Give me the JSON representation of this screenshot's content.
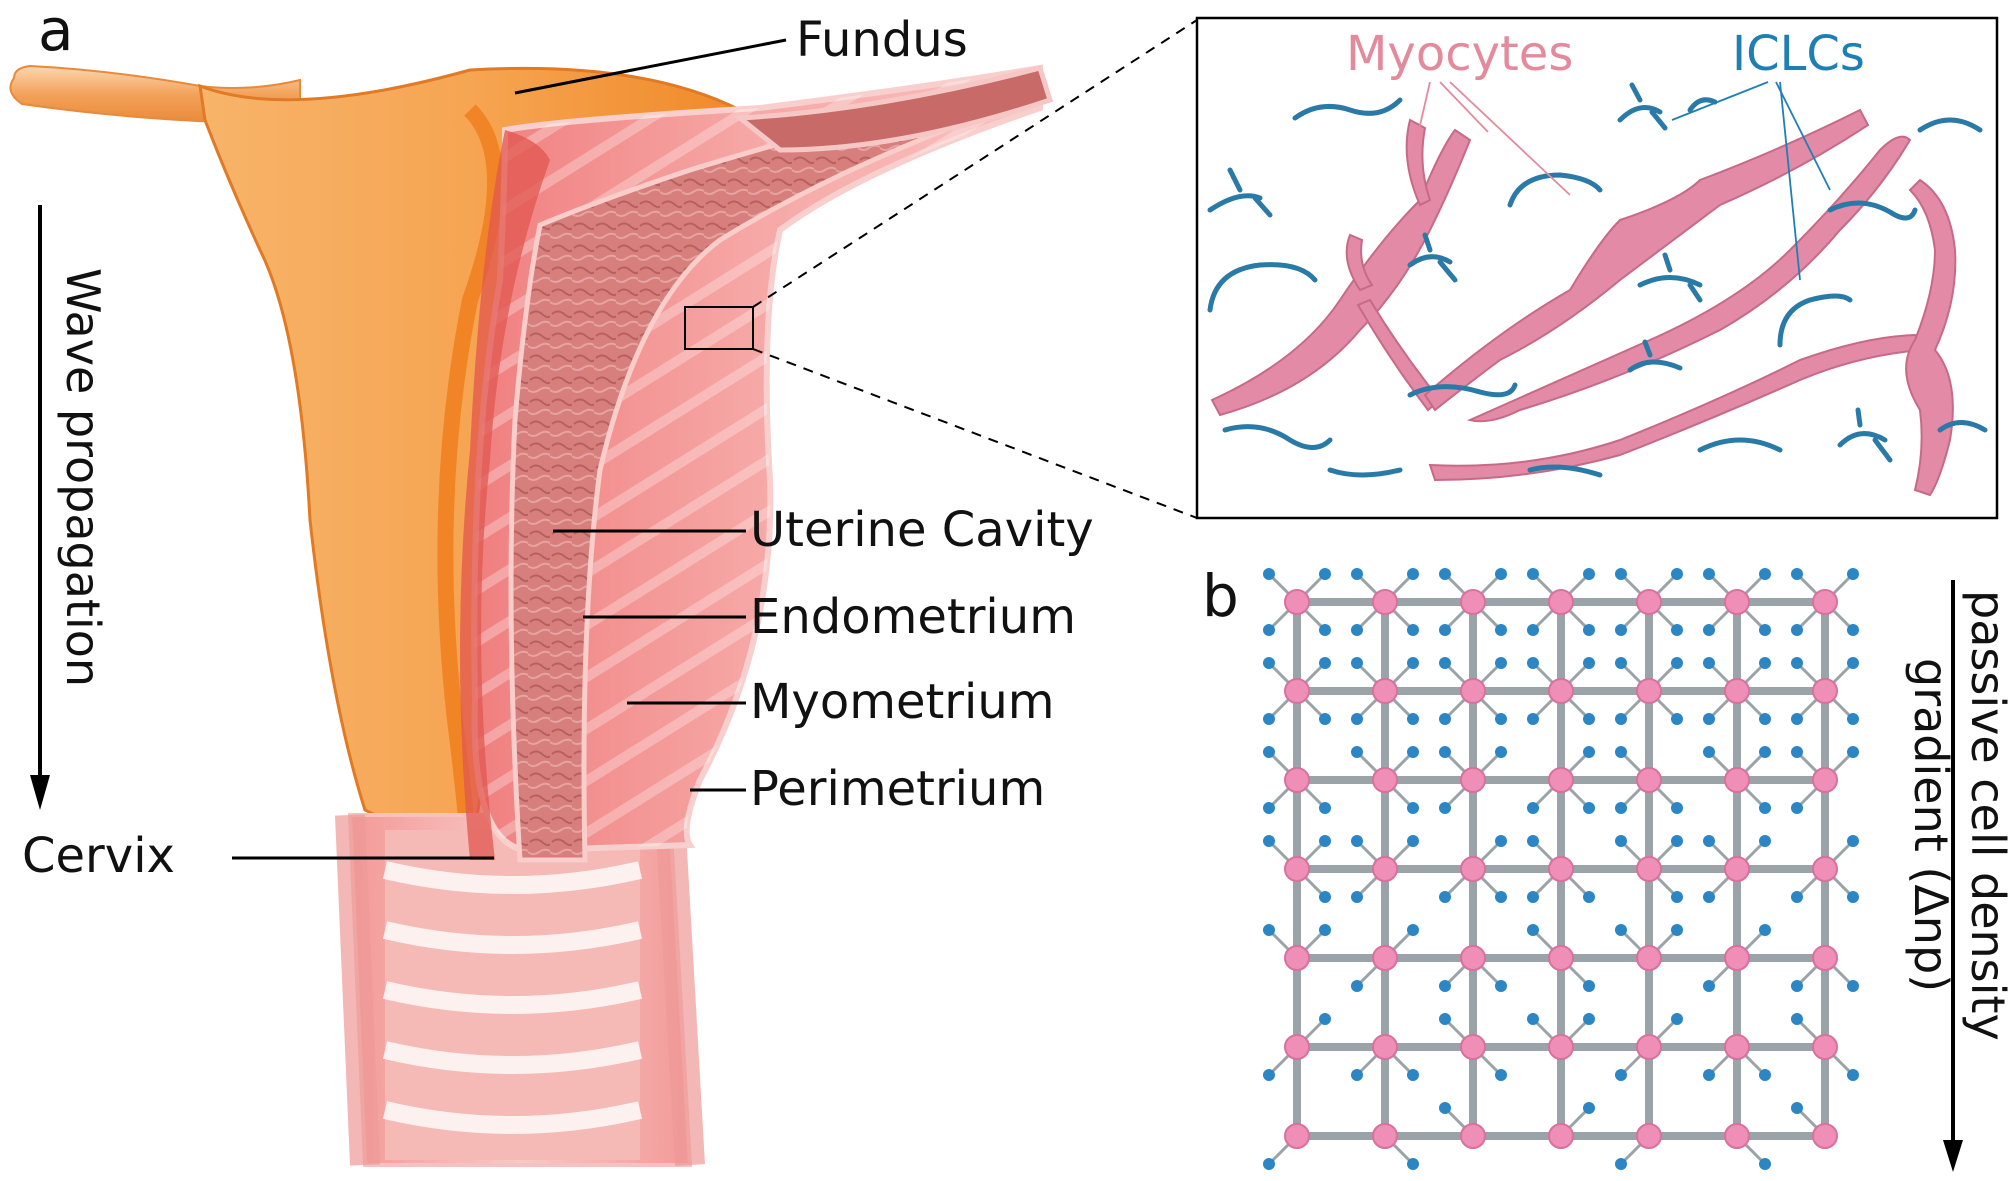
{
  "panels": {
    "a": "a",
    "b": "b"
  },
  "anatomy_labels": {
    "fundus": "Fundus",
    "uterine_cavity": "Uterine Cavity",
    "endometrium": "Endometrium",
    "myometrium": "Myometrium",
    "perimetrium": "Perimetrium",
    "cervix": "Cervix"
  },
  "wave_arrow_label": "Wave propagation",
  "inset_labels": {
    "myocytes": "Myocytes",
    "iclcs": "ICLCs"
  },
  "gradient_label": {
    "line1": "passive cell density",
    "line2": "gradient (Δnp)"
  },
  "colors": {
    "myocyte": "#e08aa6",
    "iclc": "#2a7aa8",
    "myocyte_label": "#e38a9c",
    "iclc_label": "#1f7fb4",
    "node_pink": "#ef8fb8",
    "node_blue": "#2b86c3",
    "grid_line": "#9aa3a8",
    "orange": "#f5a04a",
    "orange_dark": "#f08a2a",
    "pink_tissue": "#f4a8a6",
    "endometrium": "#d9807a"
  },
  "lattice": {
    "rows": 7,
    "cols": 7
  }
}
